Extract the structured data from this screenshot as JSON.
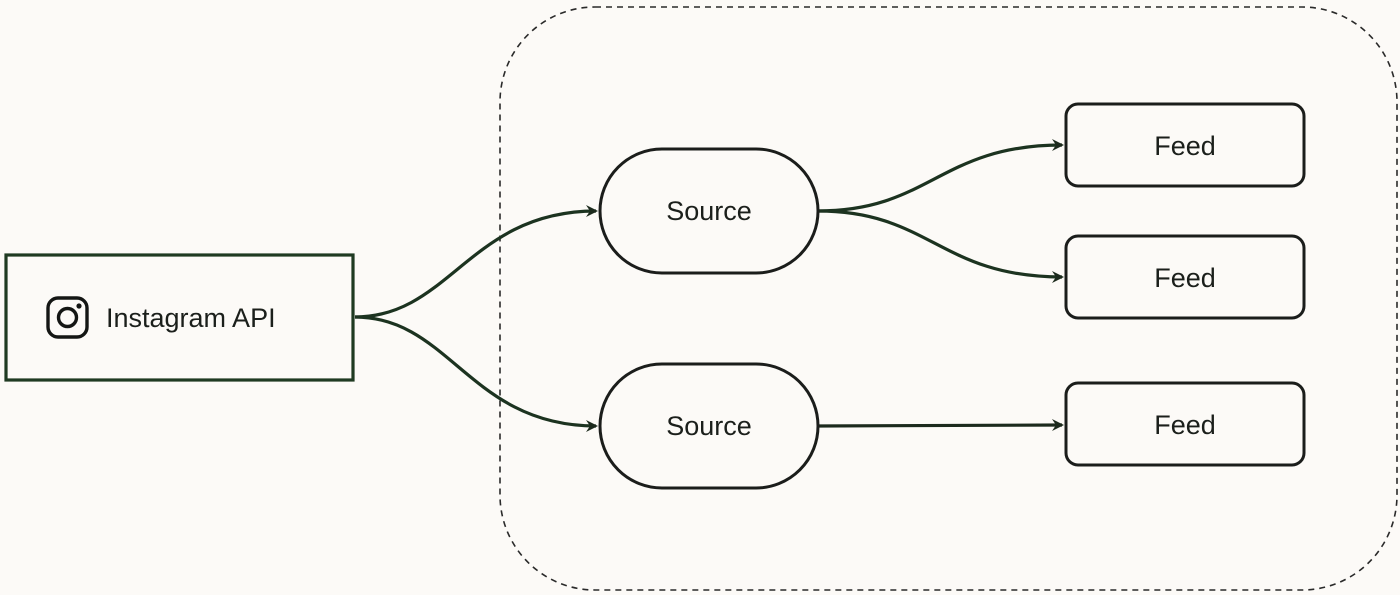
{
  "colors": {
    "background": "#fcfaf7",
    "api_border": "#1f3a22",
    "edge": "#1c3320",
    "node_border": "#1b1d1b",
    "group_border": "#2a2a2a"
  },
  "api_node": {
    "label": "Instagram API",
    "icon": "instagram-icon"
  },
  "sources": [
    {
      "label": "Source"
    },
    {
      "label": "Source"
    }
  ],
  "feeds": [
    {
      "label": "Feed"
    },
    {
      "label": "Feed"
    },
    {
      "label": "Feed"
    }
  ]
}
